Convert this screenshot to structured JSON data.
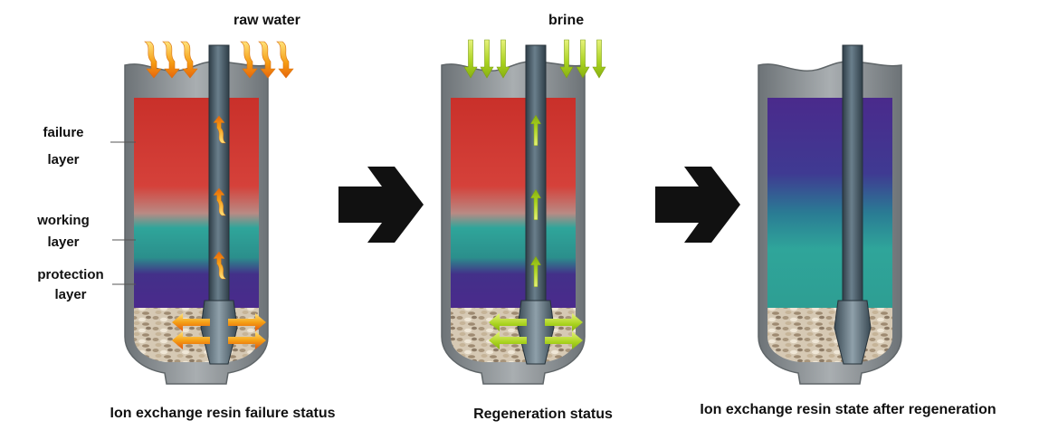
{
  "labels": {
    "raw_water": "raw water",
    "brine": "brine",
    "failure_layer_line1": "failure",
    "failure_layer_line2": "layer",
    "working_layer_line1": "working",
    "working_layer_line2": "layer",
    "protection_layer_line1": "protection",
    "protection_layer_line2": "layer"
  },
  "captions": {
    "tank1": "Ion exchange resin failure status",
    "tank2": "Regeneration status",
    "tank3": "Ion exchange resin state after regeneration"
  },
  "colors": {
    "failure_red": "#cc3a30",
    "working_teal": "#2e9e93",
    "protection_purple": "#4a2a8c",
    "raw_water_arrow": "#f59a12",
    "brine_arrow": "#a9d21e",
    "step_arrow": "#111111",
    "tank_wall": "#8a8f92",
    "pipe": "#4a5d69"
  },
  "icons": {
    "step_arrow": "chevron-right-icon",
    "flow_arrow": "down-arrow-icon"
  }
}
